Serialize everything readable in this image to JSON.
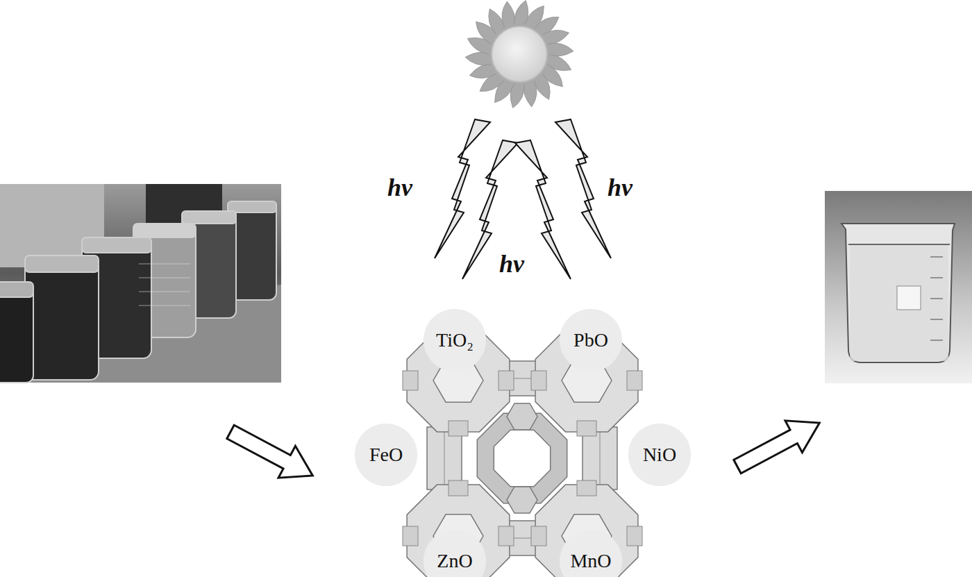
{
  "diagram": {
    "nodes": [
      {
        "text": [
          "TiO₂"
        ]
      },
      {
        "text": [
          "PbO"
        ]
      },
      {
        "text": [
          "FeO"
        ]
      },
      {
        "text": [
          "NiO"
        ]
      },
      {
        "text": [
          "ZnO"
        ]
      },
      {
        "text": [
          "MnO"
        ]
      }
    ],
    "labels": [
      "hv",
      "hv",
      "hv"
    ]
  }
}
